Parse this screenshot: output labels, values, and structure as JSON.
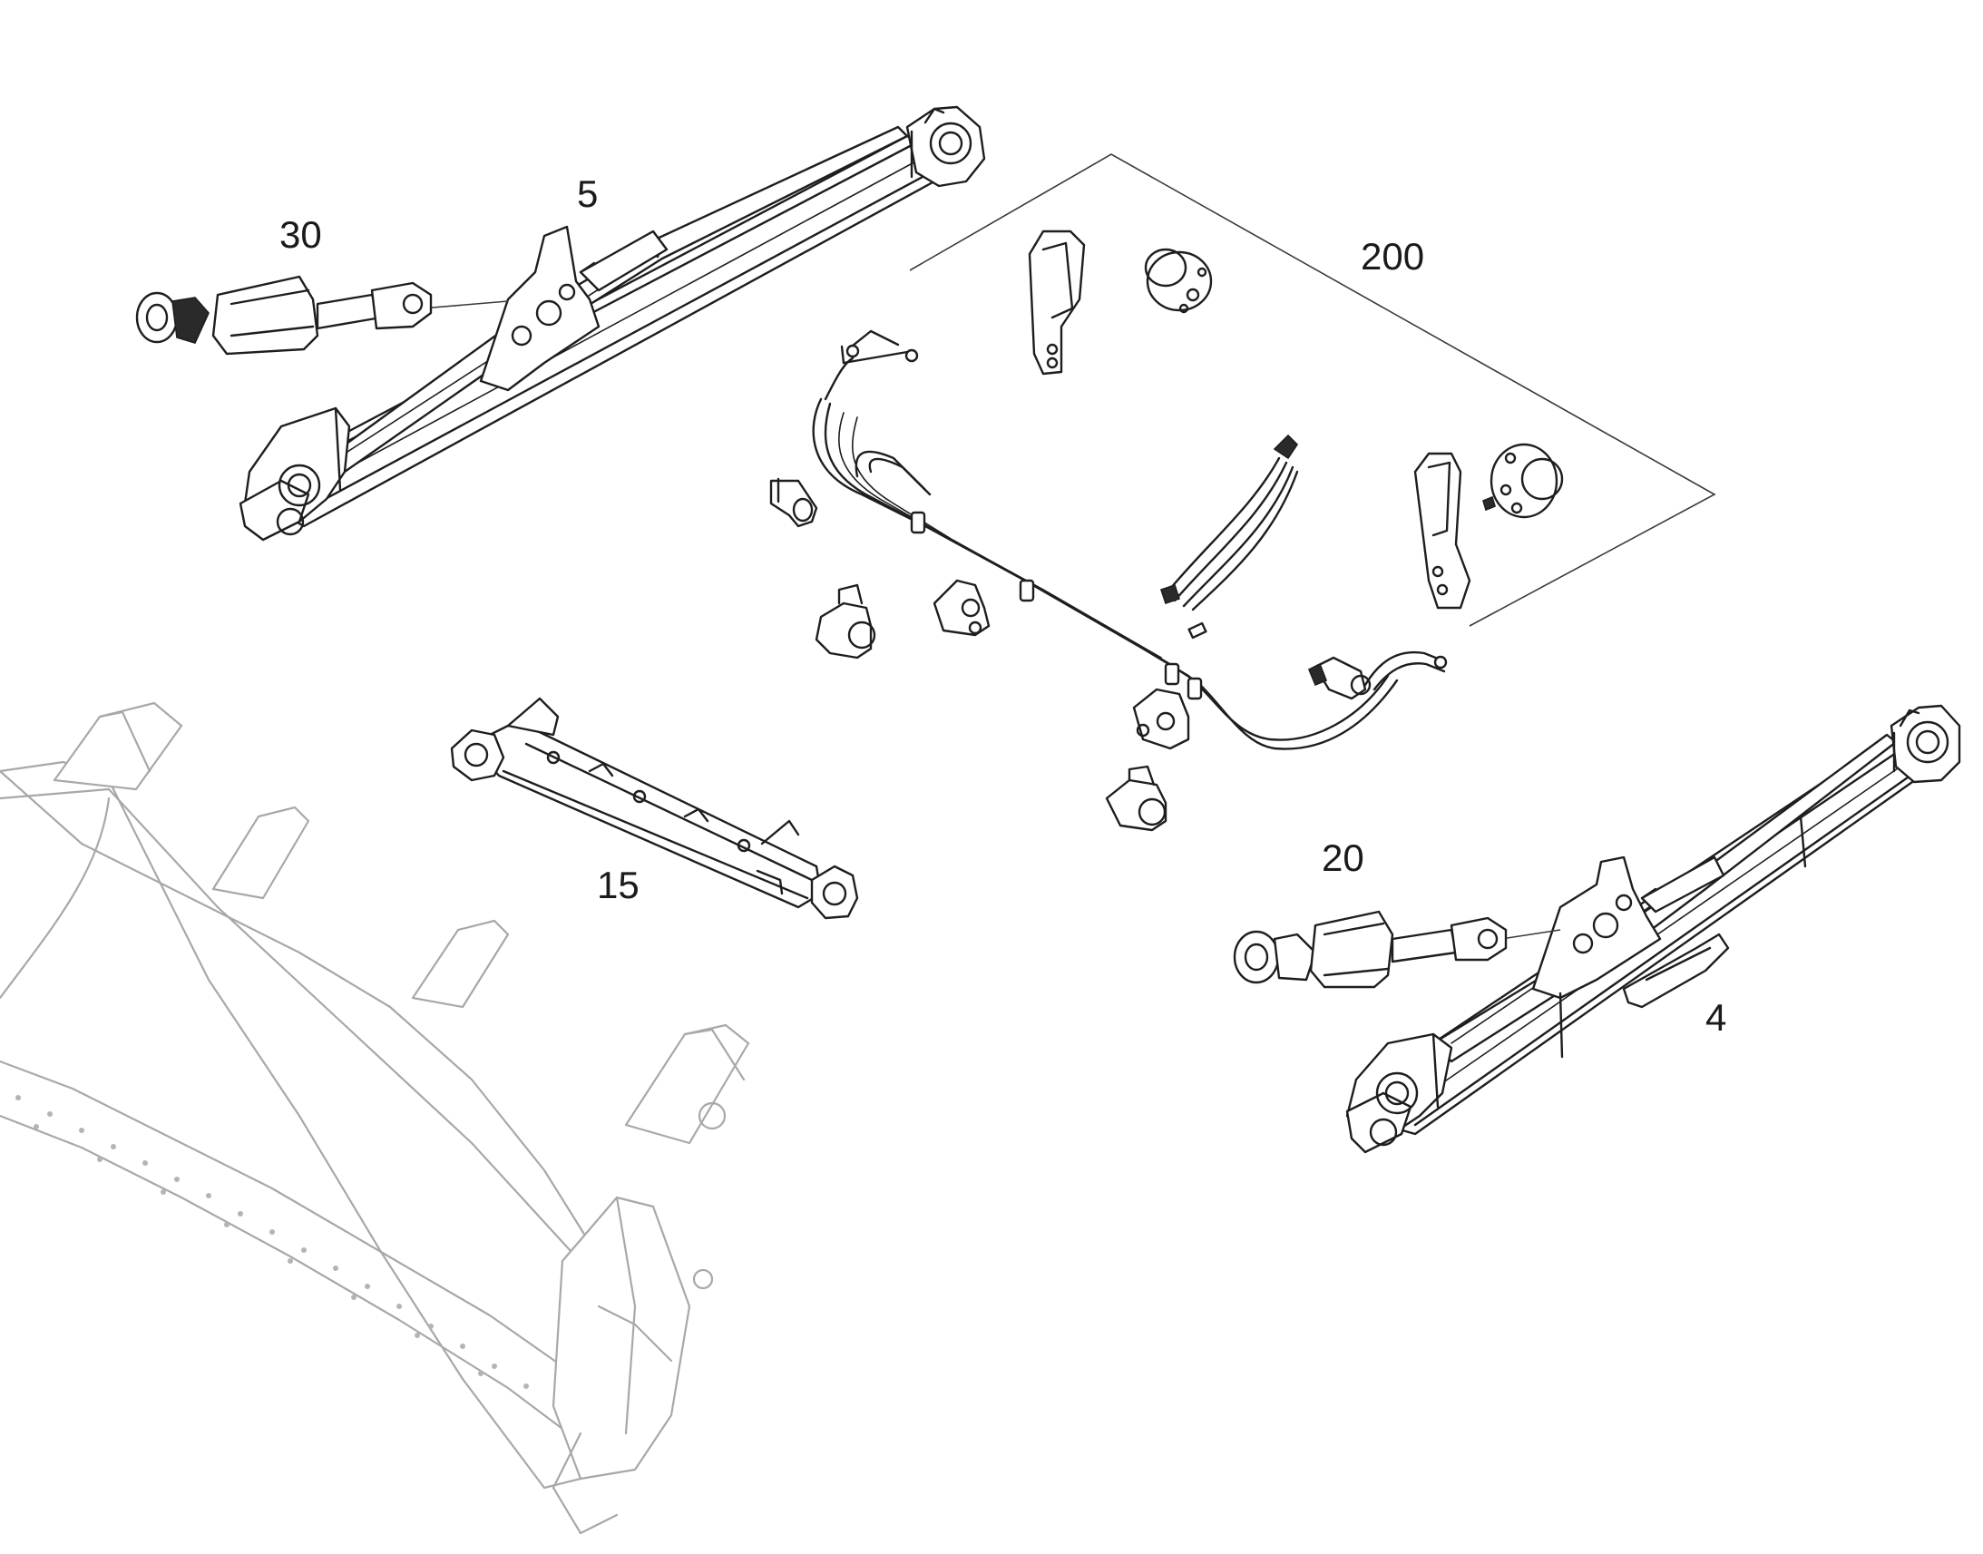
{
  "labels": {
    "part_30": "30",
    "part_5": "5",
    "part_200": "200",
    "part_15": "15",
    "part_20": "20",
    "part_4": "4"
  }
}
